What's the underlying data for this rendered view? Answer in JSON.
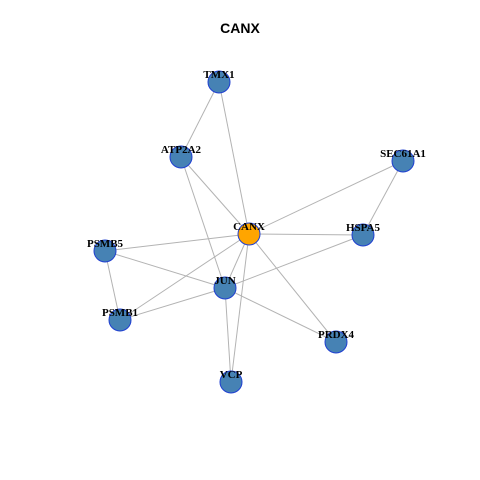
{
  "title": "CANX",
  "colors": {
    "node_default": "#4682b4",
    "node_highlight": "#ffa500",
    "node_border": "#1f3fd1",
    "edge": "#b3b3b3"
  },
  "nodes": [
    {
      "id": "CANX",
      "label": "CANX",
      "highlight": true
    },
    {
      "id": "TMX1",
      "label": "TMX1"
    },
    {
      "id": "ATP2A2",
      "label": "ATP2A2"
    },
    {
      "id": "SEC61A1",
      "label": "SEC61A1"
    },
    {
      "id": "HSPA5",
      "label": "HSPA5"
    },
    {
      "id": "PSMB5",
      "label": "PSMB5"
    },
    {
      "id": "JUN",
      "label": "JUN"
    },
    {
      "id": "PSMB1",
      "label": "PSMB1"
    },
    {
      "id": "PRDX4",
      "label": "PRDX4"
    },
    {
      "id": "VCP",
      "label": "VCP"
    }
  ],
  "edges": [
    [
      "TMX1",
      "ATP2A2"
    ],
    [
      "TMX1",
      "CANX"
    ],
    [
      "ATP2A2",
      "CANX"
    ],
    [
      "ATP2A2",
      "JUN"
    ],
    [
      "SEC61A1",
      "CANX"
    ],
    [
      "SEC61A1",
      "HSPA5"
    ],
    [
      "CANX",
      "HSPA5"
    ],
    [
      "CANX",
      "PSMB5"
    ],
    [
      "CANX",
      "JUN"
    ],
    [
      "CANX",
      "PSMB1"
    ],
    [
      "CANX",
      "PRDX4"
    ],
    [
      "CANX",
      "VCP"
    ],
    [
      "PSMB5",
      "JUN"
    ],
    [
      "PSMB5",
      "PSMB1"
    ],
    [
      "JUN",
      "PSMB1"
    ],
    [
      "JUN",
      "HSPA5"
    ],
    [
      "JUN",
      "PRDX4"
    ],
    [
      "JUN",
      "VCP"
    ]
  ]
}
